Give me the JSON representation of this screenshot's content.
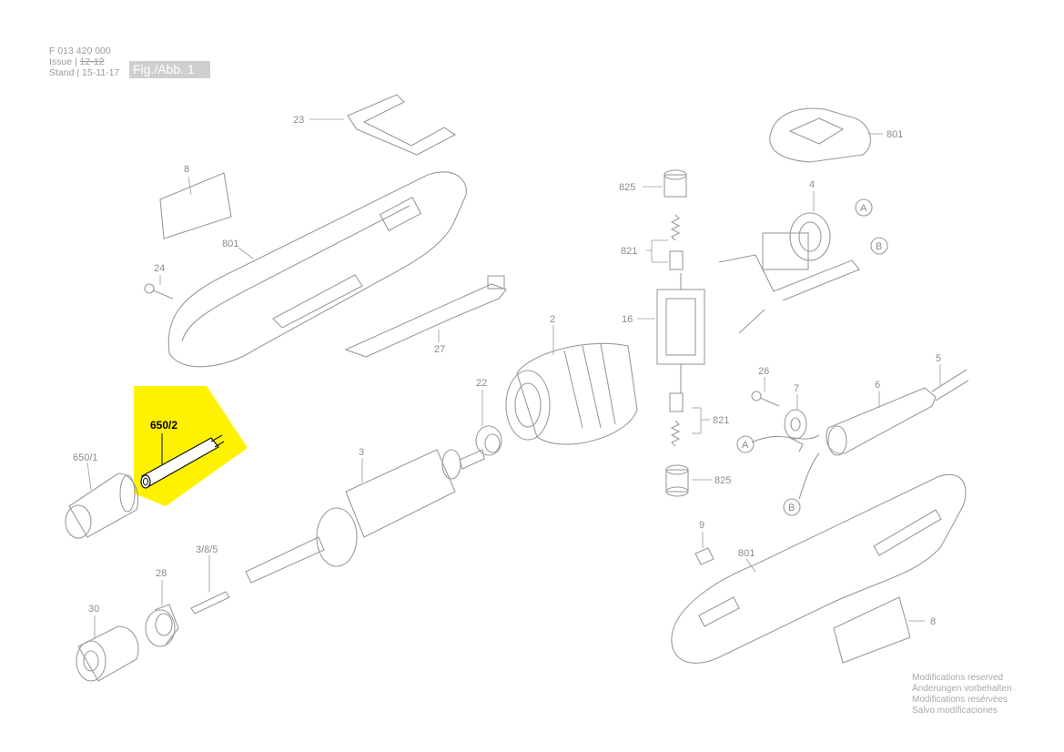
{
  "header": {
    "doc_number": "F 013 420 000",
    "issue_label": "Issue",
    "issue_value": "12-12",
    "stand_label": "Stand",
    "stand_value": "15-11-17",
    "figure_label": "Fig./Abb. 1"
  },
  "highlight": {
    "label": "650/2",
    "color": "#fff200"
  },
  "parts": {
    "p23": "23",
    "p8a": "8",
    "p801a": "801",
    "p24": "24",
    "p27": "27",
    "p825a": "825",
    "p821a": "821",
    "p16": "16",
    "p2": "2",
    "p801b": "801",
    "p4": "4",
    "callA1": "A",
    "callB1": "B",
    "p22": "22",
    "p3": "3",
    "p6501": "650/1",
    "p26": "26",
    "p7": "7",
    "p6": "6",
    "p5": "5",
    "p821b": "821",
    "p825b": "825",
    "callA2": "A",
    "callB2": "B",
    "p9": "9",
    "p801c": "801",
    "p8b": "8",
    "p385": "3/8/5",
    "p28": "28",
    "p30": "30"
  },
  "footer": {
    "en": "Modifications reserved",
    "de": "Änderungen vorbehalten",
    "fr": "Modifications resérvées",
    "es": "Salvo modificaciones"
  }
}
